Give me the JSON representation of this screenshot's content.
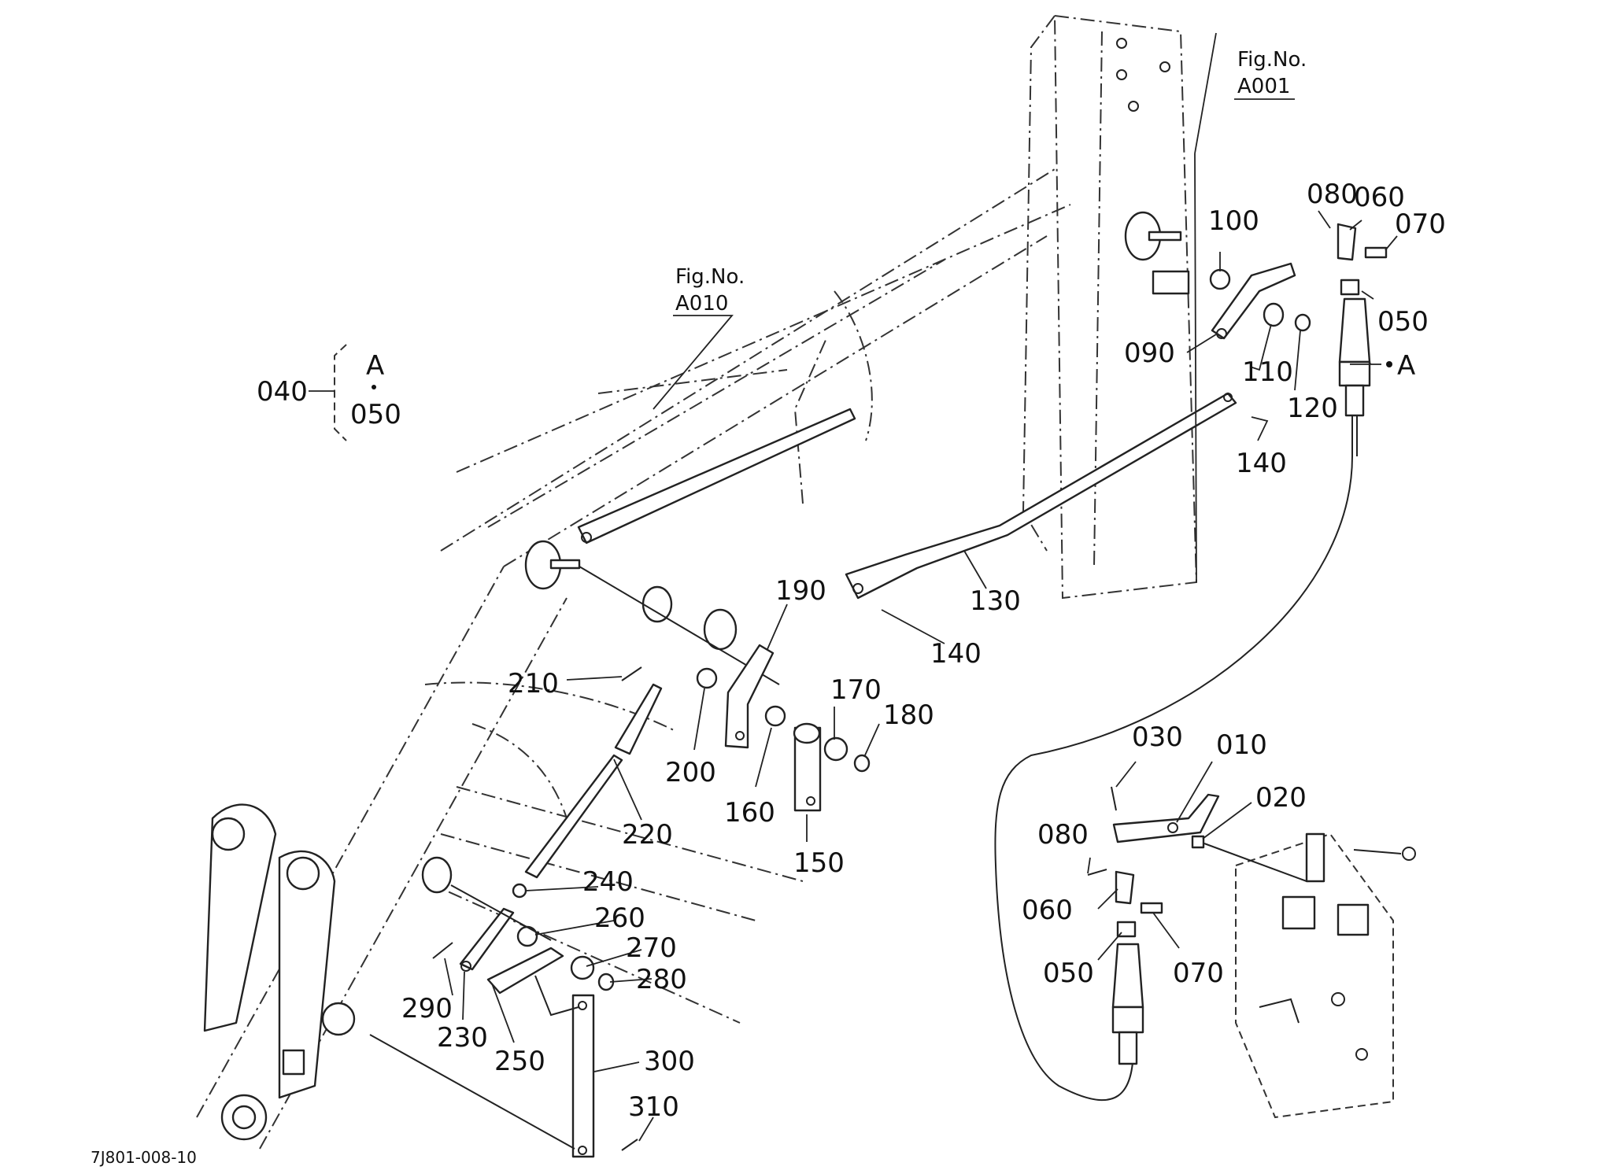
{
  "figure_refs": [
    {
      "title": "Fig.No.",
      "code": "A001"
    },
    {
      "title": "Fig.No.",
      "code": "A010"
    }
  ],
  "kit_group": {
    "part": "040",
    "items": [
      "A",
      "050"
    ]
  },
  "cable_end_marker": "A",
  "drawing_code": "7J801-008-10",
  "callouts": [
    "100",
    "080",
    "060",
    "070",
    "050",
    "090",
    "110",
    "120",
    "140",
    "130",
    "140",
    "190",
    "170",
    "180",
    "210",
    "200",
    "160",
    "150",
    "220",
    "240",
    "260",
    "270",
    "280",
    "290",
    "230",
    "250",
    "300",
    "310",
    "030",
    "010",
    "020",
    "080",
    "060",
    "070",
    "050"
  ]
}
